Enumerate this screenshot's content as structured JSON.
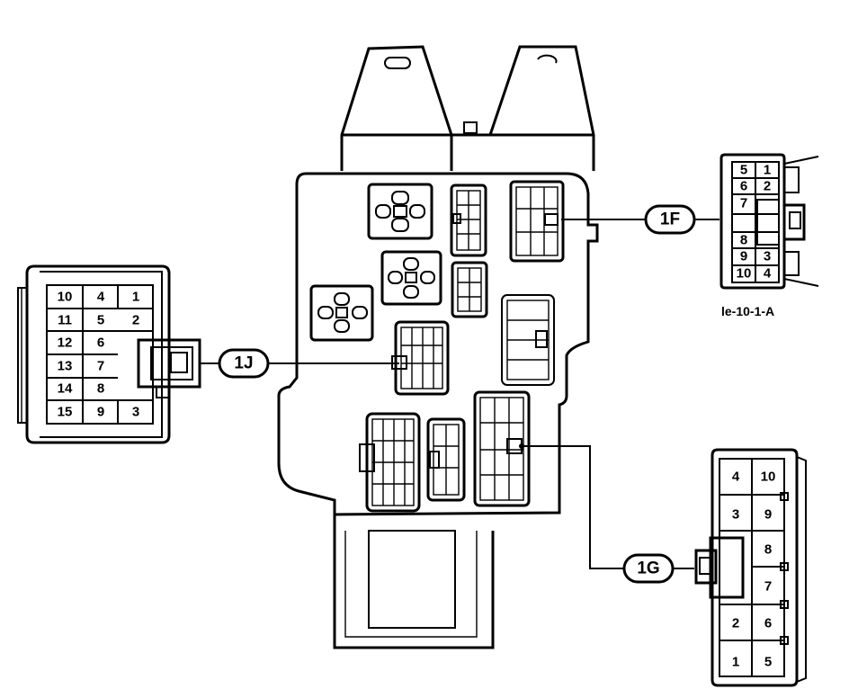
{
  "callouts": {
    "j": "1J",
    "f": "1F",
    "g": "1G"
  },
  "reference_code": "le-10-1-A",
  "connector_1j": {
    "pins": [
      [
        "10",
        "4",
        "1"
      ],
      [
        "11",
        "5",
        "2"
      ],
      [
        "12",
        "6",
        ""
      ],
      [
        "13",
        "7",
        ""
      ],
      [
        "14",
        "8",
        ""
      ],
      [
        "15",
        "9",
        "3"
      ]
    ]
  },
  "connector_1f": {
    "pins": [
      [
        "5",
        "1"
      ],
      [
        "6",
        "2"
      ],
      [
        "7",
        ""
      ],
      [
        "",
        ""
      ],
      [
        "8",
        ""
      ],
      [
        "9",
        "3"
      ],
      [
        "10",
        "4"
      ]
    ]
  },
  "connector_1g": {
    "pins": [
      [
        "4",
        "10"
      ],
      [
        "3",
        "9"
      ],
      [
        "",
        "8"
      ],
      [
        "",
        "7"
      ],
      [
        "2",
        "6"
      ],
      [
        "1",
        "5"
      ]
    ]
  }
}
